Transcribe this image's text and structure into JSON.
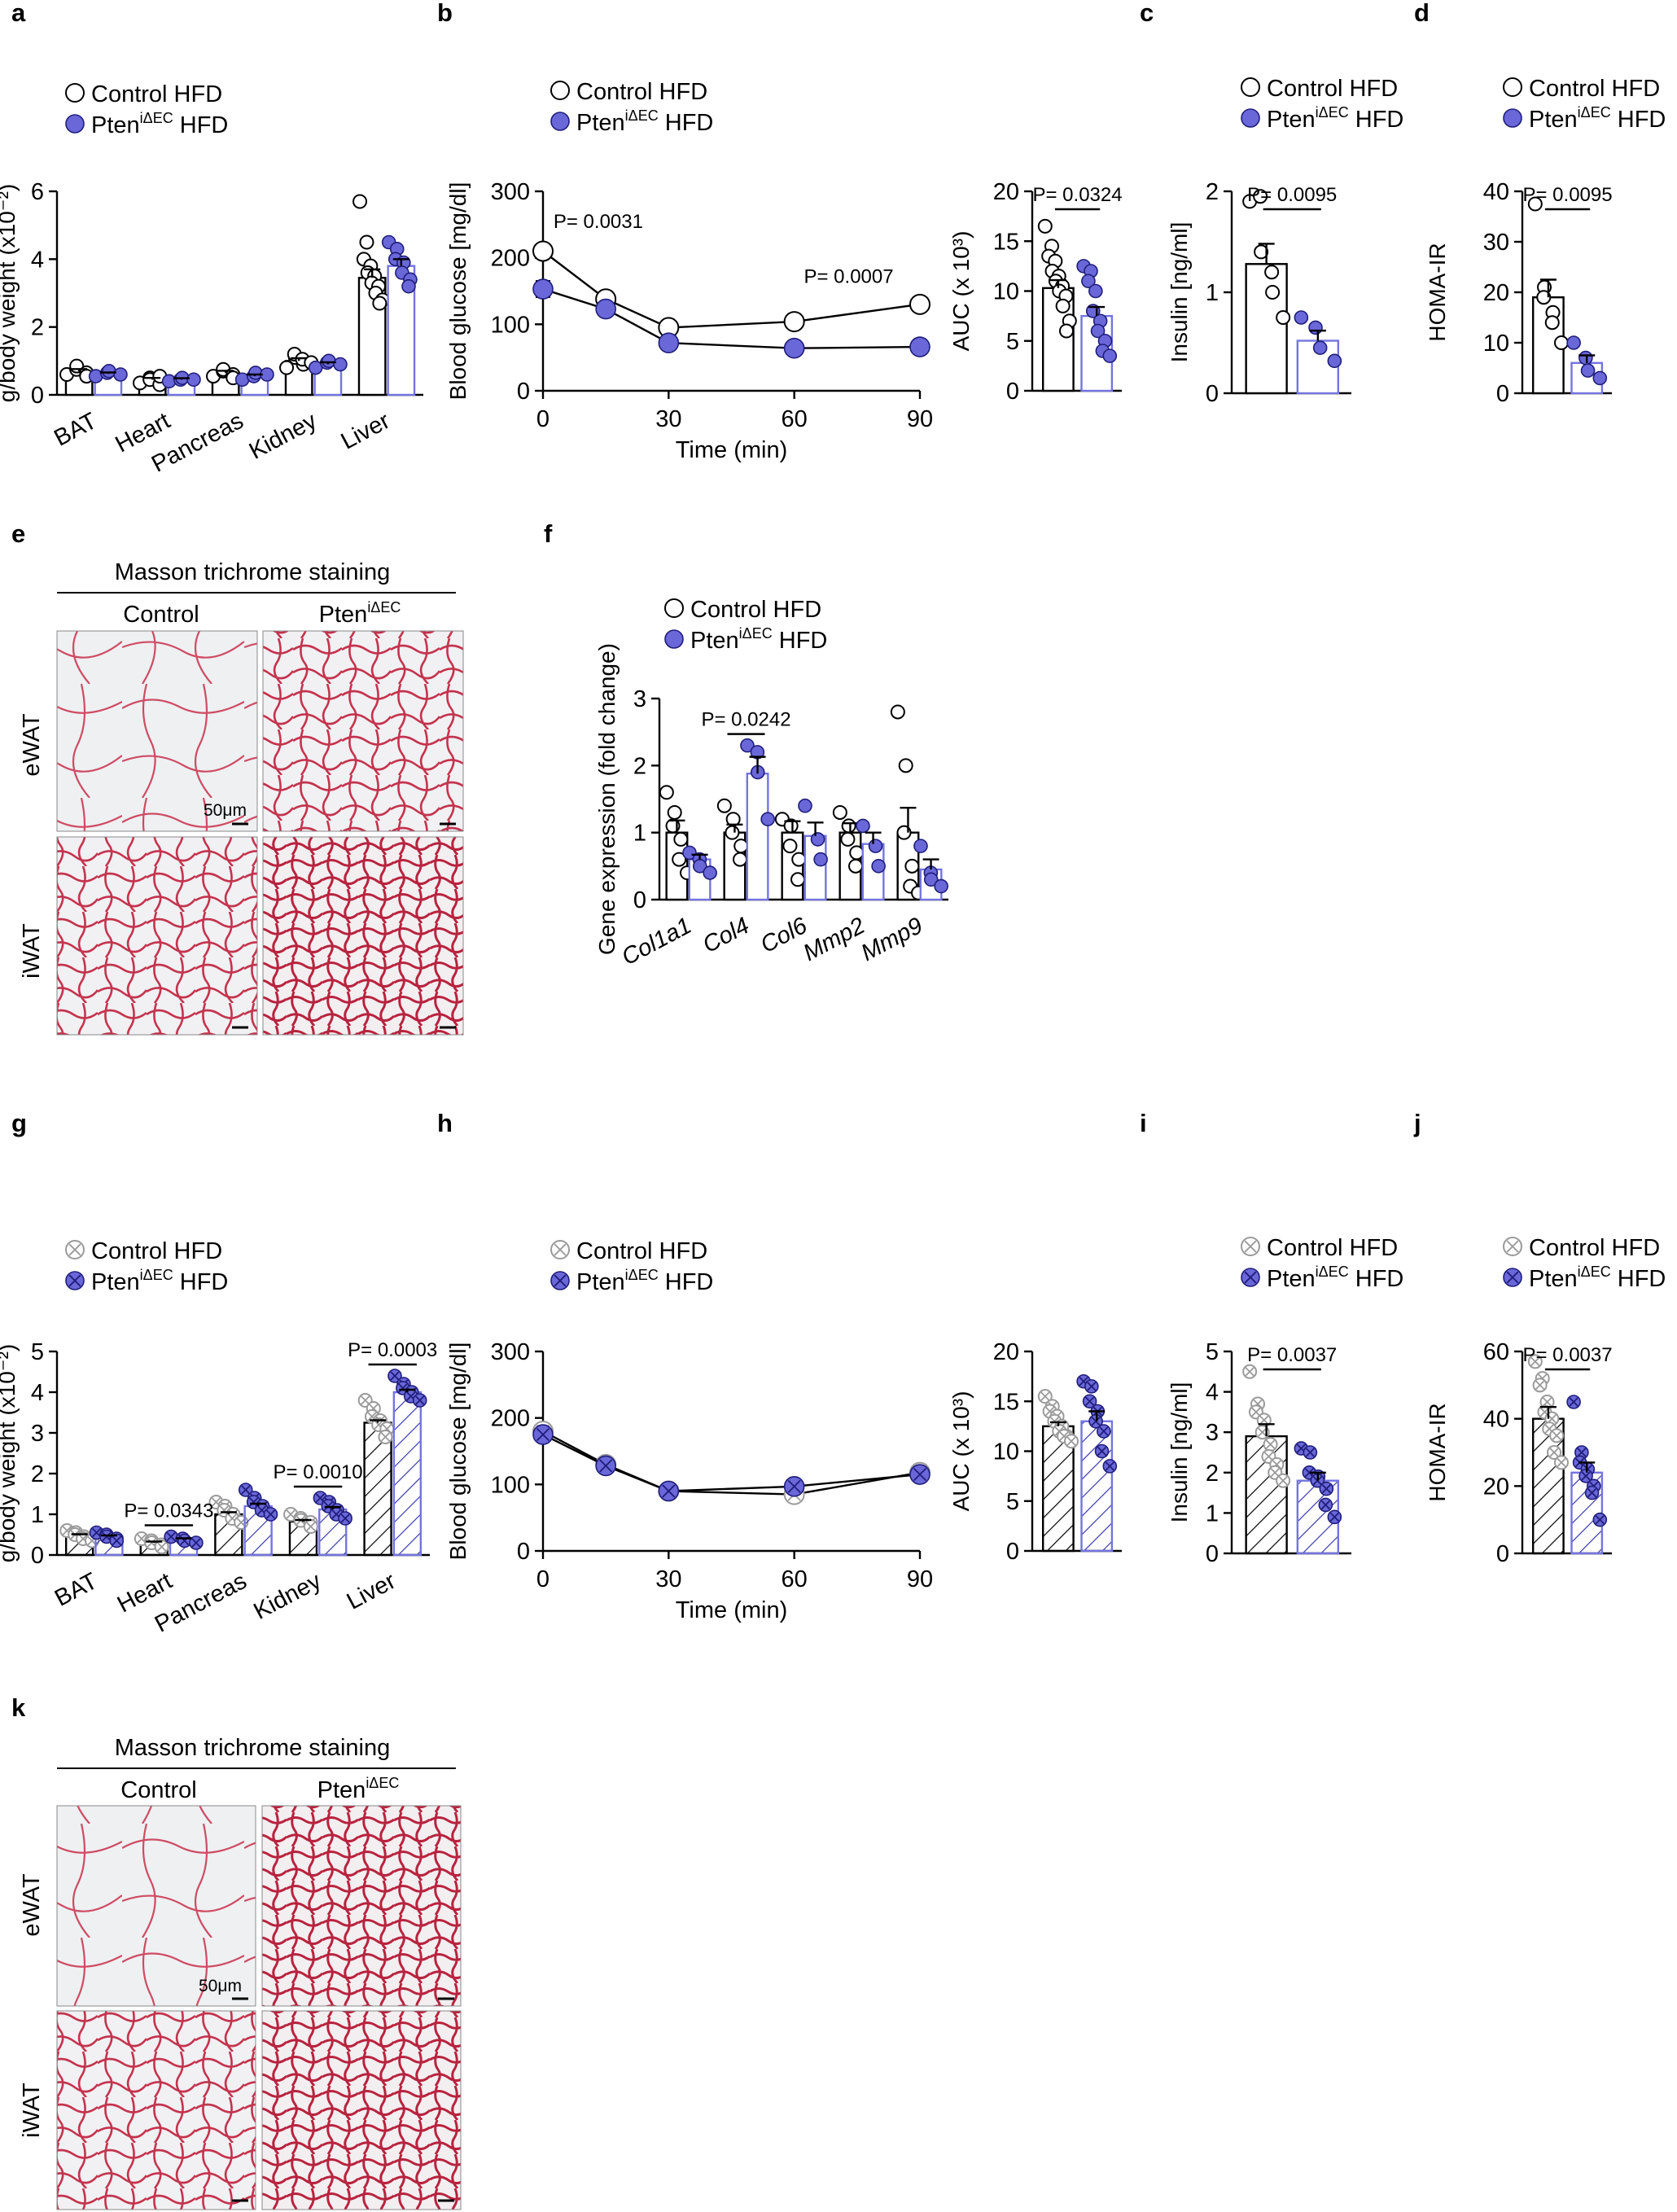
{
  "panel_labels": [
    "a",
    "b",
    "c",
    "d",
    "e",
    "f",
    "g",
    "h",
    "i",
    "j",
    "k"
  ],
  "colors": {
    "ptenFill": "#6a68d8",
    "ptenStroke": "#1f1d7a",
    "ptenBar": "#7474e0",
    "controlStroke": "#000000",
    "hatchedControlDot": "#9a9a9a",
    "tissueBg": "#eef0f2",
    "tissueStain": "#c43a52"
  },
  "legend": {
    "control": "Control HFD",
    "pten_base": "Pten",
    "pten_sup": "iΔEC",
    "pten_tail": " HFD"
  },
  "histology": {
    "title": "Masson trichrome staining",
    "col_control": "Control",
    "col_pten_base": "Pten",
    "col_pten_sup": "iΔEC",
    "row_ewat": "eWAT",
    "row_iwat": "iWAT",
    "scale_bar": "50μm"
  },
  "chart_data": [
    {
      "id": "a",
      "type": "bar",
      "ylabel": "g/body weight (x10⁻²)",
      "ylim": [
        0,
        6
      ],
      "yticks": [
        0,
        2,
        4,
        6
      ],
      "categories": [
        "BAT",
        "Heart",
        "Pancreas",
        "Kidney",
        "Liver"
      ],
      "series": [
        {
          "name": "Control HFD",
          "values": [
            0.7,
            0.45,
            0.65,
            1.0,
            3.45
          ],
          "err": [
            0.06,
            0.05,
            0.06,
            0.08,
            0.25
          ],
          "points": [
            [
              0.6,
              0.75,
              0.85,
              0.65,
              0.55
            ],
            [
              0.35,
              0.5,
              0.45,
              0.3,
              0.55
            ],
            [
              0.55,
              0.7,
              0.75,
              0.6,
              0.5
            ],
            [
              0.8,
              1.1,
              1.2,
              0.9,
              1.05,
              0.95
            ],
            [
              5.7,
              4.5,
              4.0,
              3.8,
              3.6,
              3.5,
              3.3,
              3.2,
              3.0,
              2.8,
              2.7
            ]
          ]
        },
        {
          "name": "Pten HFD",
          "values": [
            0.62,
            0.45,
            0.55,
            0.9,
            3.8
          ],
          "err": [
            0.04,
            0.04,
            0.05,
            0.06,
            0.2
          ],
          "points": [
            [
              0.55,
              0.65,
              0.7,
              0.6
            ],
            [
              0.4,
              0.45,
              0.5,
              0.45
            ],
            [
              0.45,
              0.55,
              0.65,
              0.6
            ],
            [
              0.8,
              0.95,
              1.0,
              0.9
            ],
            [
              4.5,
              4.3,
              4.0,
              3.9,
              3.6,
              3.4,
              3.2
            ]
          ]
        }
      ],
      "hatched": false,
      "sig": []
    },
    {
      "id": "b",
      "type": "line",
      "xlabel": "Time (min)",
      "ylabel": "Blood glucose [mg/dl]",
      "x": [
        0,
        15,
        30,
        60,
        90
      ],
      "xticks": [
        0,
        30,
        60,
        90
      ],
      "xlim": [
        0,
        90
      ],
      "ylim": [
        0,
        300
      ],
      "yticks": [
        0,
        100,
        200,
        300
      ],
      "series": [
        {
          "name": "Control HFD",
          "values": [
            210,
            138,
            95,
            104,
            130
          ],
          "err": [
            10,
            8,
            5,
            9,
            10
          ]
        },
        {
          "name": "Pten HFD",
          "values": [
            153,
            123,
            72,
            64,
            66
          ],
          "err": [
            12,
            9,
            6,
            8,
            10
          ]
        }
      ],
      "hatched": false,
      "annotations": [
        {
          "text": "P= 0.0031",
          "x": 2.5,
          "y": 245
        },
        {
          "text": "P= 0.0007",
          "x": 73,
          "y": 162
        }
      ]
    },
    {
      "id": "b-auc",
      "type": "bar",
      "ylabel": "AUC (x 10³)",
      "ylim": [
        0,
        20
      ],
      "yticks": [
        0,
        5,
        10,
        15,
        20
      ],
      "series": [
        {
          "name": "Control HFD",
          "value": 10.3,
          "err": 0.8,
          "points": [
            16.5,
            14.5,
            13.5,
            13,
            12,
            11.5,
            11,
            10.5,
            10,
            9.5,
            8.5,
            7,
            6
          ]
        },
        {
          "name": "Pten HFD",
          "value": 7.5,
          "err": 0.9,
          "points": [
            12.5,
            12,
            11,
            10,
            8,
            7,
            6,
            5,
            4,
            3.5
          ]
        }
      ],
      "hatched": false,
      "sig": [
        {
          "text": "P= 0.0324"
        }
      ]
    },
    {
      "id": "c",
      "type": "bar",
      "ylabel": "Insulin [ng/ml]",
      "ylim": [
        0,
        2
      ],
      "yticks": [
        0,
        1,
        2
      ],
      "series": [
        {
          "name": "Control HFD",
          "value": 1.28,
          "err": 0.2,
          "points": [
            1.9,
            1.95,
            1.4,
            1.2,
            1.0,
            0.75
          ]
        },
        {
          "name": "Pten HFD",
          "value": 0.52,
          "err": 0.1,
          "points": [
            0.75,
            0.65,
            0.45,
            0.32
          ]
        }
      ],
      "hatched": false,
      "sig": [
        {
          "text": "P= 0.0095"
        }
      ]
    },
    {
      "id": "d",
      "type": "bar",
      "ylabel": "HOMA-IR",
      "ylim": [
        0,
        40
      ],
      "yticks": [
        0,
        10,
        20,
        30,
        40
      ],
      "series": [
        {
          "name": "Control HFD",
          "value": 19,
          "err": 3.5,
          "points": [
            37.5,
            21,
            19,
            16,
            14,
            10
          ]
        },
        {
          "name": "Pten HFD",
          "value": 6,
          "err": 1.5,
          "points": [
            10,
            7,
            4.5,
            3
          ]
        }
      ],
      "hatched": false,
      "sig": [
        {
          "text": "P= 0.0095"
        }
      ]
    },
    {
      "id": "f",
      "type": "bar",
      "ylabel": "Gene expression (fold change)",
      "ylim": [
        0,
        3
      ],
      "yticks": [
        0,
        1,
        2,
        3
      ],
      "categories": [
        "Col1a1",
        "Col4",
        "Col6",
        "Mmp2",
        "Mmp9"
      ],
      "series": [
        {
          "name": "Control HFD",
          "values": [
            1.0,
            1.0,
            1.0,
            1.0,
            1.0
          ],
          "err": [
            0.18,
            0.12,
            0.17,
            0.14,
            0.37
          ],
          "points": [
            [
              1.6,
              1.3,
              1.1,
              0.9,
              0.6,
              0.4
            ],
            [
              1.4,
              1.2,
              1.0,
              0.8,
              0.6
            ],
            [
              1.2,
              1.1,
              0.8,
              0.6,
              0.3
            ],
            [
              1.3,
              1.1,
              0.9,
              0.7,
              0.5
            ],
            [
              2.8,
              2.0,
              1.0,
              0.5,
              0.2,
              0.1
            ]
          ]
        },
        {
          "name": "Pten HFD",
          "values": [
            0.6,
            1.88,
            0.95,
            0.83,
            0.45
          ],
          "err": [
            0.07,
            0.25,
            0.2,
            0.17,
            0.15
          ],
          "points": [
            [
              0.7,
              0.6,
              0.5,
              0.4
            ],
            [
              2.3,
              2.2,
              1.9,
              1.2
            ],
            [
              1.4,
              0.9,
              0.6
            ],
            [
              1.1,
              0.8,
              0.5
            ],
            [
              0.8,
              0.4,
              0.3,
              0.2
            ]
          ]
        }
      ],
      "hatched": false,
      "sig": [
        {
          "text": "P= 0.0242",
          "category": 1
        }
      ]
    },
    {
      "id": "g",
      "type": "bar",
      "ylabel": "g/body weight (x10⁻²)",
      "ylim": [
        0,
        5
      ],
      "yticks": [
        0,
        1,
        2,
        3,
        4,
        5
      ],
      "categories": [
        "BAT",
        "Heart",
        "Pancreas",
        "Kidney",
        "Liver"
      ],
      "series": [
        {
          "name": "Control HFD",
          "values": [
            0.48,
            0.3,
            1.0,
            0.82,
            3.25
          ],
          "err": [
            0.03,
            0.03,
            0.05,
            0.04,
            0.06
          ],
          "points": [
            [
              0.6,
              0.55,
              0.5,
              0.45,
              0.4,
              0.35
            ],
            [
              0.4,
              0.35,
              0.3,
              0.25,
              0.2
            ],
            [
              1.3,
              1.2,
              1.1,
              1.0,
              0.9,
              0.8
            ],
            [
              1.0,
              0.9,
              0.85,
              0.8,
              0.7
            ],
            [
              3.8,
              3.6,
              3.4,
              3.3,
              3.2,
              3.1,
              2.9
            ]
          ]
        },
        {
          "name": "Pten HFD",
          "values": [
            0.45,
            0.38,
            1.2,
            1.12,
            4.0
          ],
          "err": [
            0.03,
            0.03,
            0.06,
            0.06,
            0.06
          ],
          "points": [
            [
              0.55,
              0.5,
              0.45,
              0.4,
              0.35
            ],
            [
              0.45,
              0.4,
              0.35,
              0.3
            ],
            [
              1.6,
              1.4,
              1.3,
              1.2,
              1.1,
              1.0
            ],
            [
              1.4,
              1.3,
              1.2,
              1.1,
              1.0,
              0.9
            ],
            [
              4.4,
              4.2,
              4.1,
              4.0,
              3.9,
              3.8
            ]
          ]
        }
      ],
      "hatched": true,
      "sig": [
        {
          "text": "P= 0.0343",
          "category": 1
        },
        {
          "text": "P= 0.0010",
          "category": 3
        },
        {
          "text": "P= 0.0003",
          "category": 4
        }
      ]
    },
    {
      "id": "h",
      "type": "line",
      "xlabel": "Time (min)",
      "ylabel": "Blood glucose [mg/dl]",
      "x": [
        0,
        15,
        30,
        60,
        90
      ],
      "xticks": [
        0,
        30,
        60,
        90
      ],
      "xlim": [
        0,
        90
      ],
      "ylim": [
        0,
        300
      ],
      "yticks": [
        0,
        100,
        200,
        300
      ],
      "series": [
        {
          "name": "Control HFD",
          "values": [
            180,
            130,
            90,
            85,
            118
          ],
          "err": [
            6,
            6,
            4,
            5,
            6
          ]
        },
        {
          "name": "Pten HFD",
          "values": [
            175,
            128,
            90,
            97,
            115
          ],
          "err": [
            6,
            7,
            4,
            6,
            8
          ]
        }
      ],
      "hatched": true,
      "annotations": []
    },
    {
      "id": "h-auc",
      "type": "bar",
      "ylabel": "AUC (x 10³)",
      "ylim": [
        0,
        20
      ],
      "yticks": [
        0,
        5,
        10,
        15,
        20
      ],
      "series": [
        {
          "name": "Control HFD",
          "value": 12.5,
          "err": 0.4,
          "points": [
            15.5,
            14.5,
            14,
            13.5,
            13,
            12.5,
            12,
            11.5,
            11.5,
            11
          ]
        },
        {
          "name": "Pten HFD",
          "value": 13,
          "err": 1.0,
          "points": [
            17,
            16.5,
            15,
            14,
            13,
            12,
            10,
            8.5
          ]
        }
      ],
      "hatched": true,
      "sig": []
    },
    {
      "id": "i",
      "type": "bar",
      "ylabel": "Insulin [ng/ml]",
      "ylim": [
        0,
        5
      ],
      "yticks": [
        0,
        1,
        2,
        3,
        4,
        5
      ],
      "series": [
        {
          "name": "Control HFD",
          "value": 2.9,
          "err": 0.3,
          "points": [
            4.5,
            3.7,
            3.5,
            3.3,
            3.0,
            2.7,
            2.4,
            2.2,
            2.0,
            1.8
          ]
        },
        {
          "name": "Pten HFD",
          "value": 1.8,
          "err": 0.2,
          "points": [
            2.6,
            2.5,
            2.0,
            1.9,
            1.8,
            1.6,
            1.2,
            0.9
          ]
        }
      ],
      "hatched": true,
      "sig": [
        {
          "text": "P= 0.0037"
        }
      ]
    },
    {
      "id": "j",
      "type": "bar",
      "ylabel": "HOMA-IR",
      "ylim": [
        0,
        60
      ],
      "yticks": [
        0,
        20,
        40,
        60
      ],
      "series": [
        {
          "name": "Control HFD",
          "value": 40,
          "err": 3.5,
          "points": [
            57,
            52,
            50,
            45,
            42,
            40,
            37,
            35,
            30,
            27
          ]
        },
        {
          "name": "Pten HFD",
          "value": 24,
          "err": 3,
          "points": [
            45,
            30,
            27,
            25,
            23,
            20,
            18,
            10
          ]
        }
      ],
      "hatched": true,
      "sig": [
        {
          "text": "P= 0.0037"
        }
      ]
    }
  ]
}
